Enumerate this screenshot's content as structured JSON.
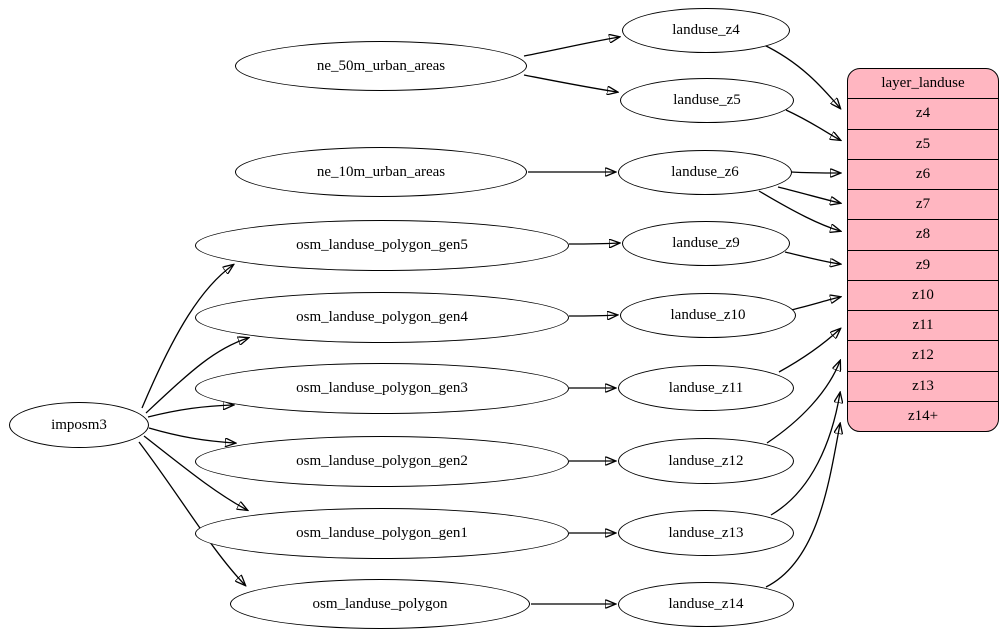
{
  "diagram": {
    "nodes": {
      "imposm3": "imposm3",
      "ne_50m": "ne_50m_urban_areas",
      "ne_10m": "ne_10m_urban_areas",
      "gen5": "osm_landuse_polygon_gen5",
      "gen4": "osm_landuse_polygon_gen4",
      "gen3": "osm_landuse_polygon_gen3",
      "gen2": "osm_landuse_polygon_gen2",
      "gen1": "osm_landuse_polygon_gen1",
      "poly": "osm_landuse_polygon",
      "z4": "landuse_z4",
      "z5": "landuse_z5",
      "z6": "landuse_z6",
      "z9": "landuse_z9",
      "z10": "landuse_z10",
      "z11": "landuse_z11",
      "z12": "landuse_z12",
      "z13": "landuse_z13",
      "z14": "landuse_z14"
    },
    "layer_table": {
      "title": "layer_landuse",
      "rows": [
        "z4",
        "z5",
        "z6",
        "z7",
        "z8",
        "z9",
        "z10",
        "z11",
        "z12",
        "z13",
        "z14+"
      ],
      "fill_color": "#FFB6C1",
      "border_color": "#000000"
    },
    "edges": [
      {
        "from": "imposm3",
        "to": "osm_landuse_polygon_gen5"
      },
      {
        "from": "imposm3",
        "to": "osm_landuse_polygon_gen4"
      },
      {
        "from": "imposm3",
        "to": "osm_landuse_polygon_gen3"
      },
      {
        "from": "imposm3",
        "to": "osm_landuse_polygon_gen2"
      },
      {
        "from": "imposm3",
        "to": "osm_landuse_polygon_gen1"
      },
      {
        "from": "imposm3",
        "to": "osm_landuse_polygon"
      },
      {
        "from": "ne_50m_urban_areas",
        "to": "landuse_z4"
      },
      {
        "from": "ne_50m_urban_areas",
        "to": "landuse_z5"
      },
      {
        "from": "ne_10m_urban_areas",
        "to": "landuse_z6"
      },
      {
        "from": "osm_landuse_polygon_gen5",
        "to": "landuse_z9"
      },
      {
        "from": "osm_landuse_polygon_gen4",
        "to": "landuse_z10"
      },
      {
        "from": "osm_landuse_polygon_gen3",
        "to": "landuse_z11"
      },
      {
        "from": "osm_landuse_polygon_gen2",
        "to": "landuse_z12"
      },
      {
        "from": "osm_landuse_polygon_gen1",
        "to": "landuse_z13"
      },
      {
        "from": "osm_landuse_polygon",
        "to": "landuse_z14"
      },
      {
        "from": "landuse_z4",
        "to": "layer_landuse:z4"
      },
      {
        "from": "landuse_z5",
        "to": "layer_landuse:z5"
      },
      {
        "from": "landuse_z6",
        "to": "layer_landuse:z6"
      },
      {
        "from": "landuse_z6",
        "to": "layer_landuse:z7"
      },
      {
        "from": "landuse_z6",
        "to": "layer_landuse:z8"
      },
      {
        "from": "landuse_z9",
        "to": "layer_landuse:z9"
      },
      {
        "from": "landuse_z10",
        "to": "layer_landuse:z10"
      },
      {
        "from": "landuse_z11",
        "to": "layer_landuse:z11"
      },
      {
        "from": "landuse_z12",
        "to": "layer_landuse:z12"
      },
      {
        "from": "landuse_z13",
        "to": "layer_landuse:z13"
      },
      {
        "from": "landuse_z14",
        "to": "layer_landuse:z14+"
      }
    ]
  }
}
